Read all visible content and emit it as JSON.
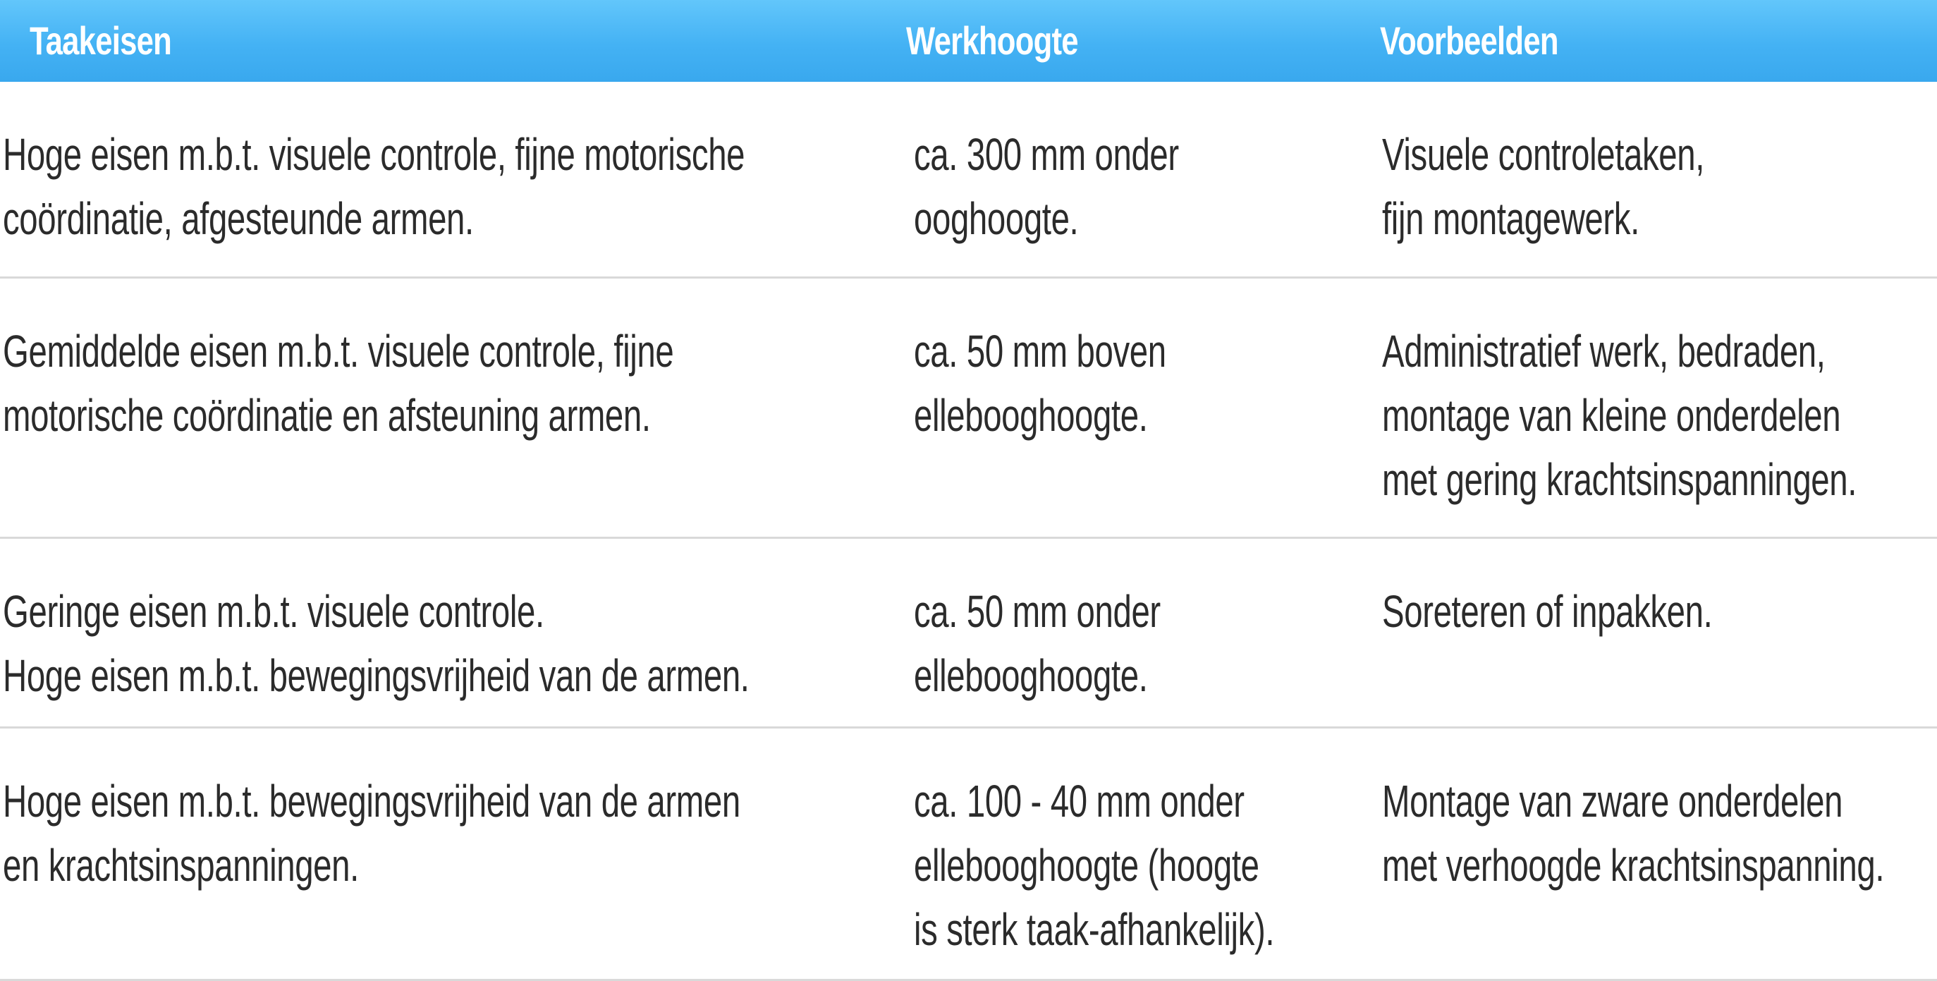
{
  "header": {
    "col1": "Taakeisen",
    "col2": "Werkhoogte",
    "col3": "Voorbeelden"
  },
  "rows": [
    {
      "taakeisen": [
        "Hoge eisen m.b.t. visuele controle, fijne motorische",
        "coördinatie, afgesteunde armen."
      ],
      "werkhoogte": [
        "ca. 300 mm onder",
        "ooghoogte."
      ],
      "voorbeelden": [
        "Visuele controletaken,",
        "fijn montagewerk."
      ]
    },
    {
      "taakeisen": [
        "Gemiddelde eisen m.b.t. visuele controle, fijne",
        "motorische coördinatie en afsteuning armen."
      ],
      "werkhoogte": [
        "ca. 50 mm boven",
        "ellebooghoogte."
      ],
      "voorbeelden": [
        "Administratief werk, bedraden,",
        "montage van kleine onderdelen",
        "met gering krachtsinspanningen."
      ]
    },
    {
      "taakeisen": [
        "Geringe eisen m.b.t. visuele controle.",
        "Hoge eisen m.b.t. bewegingsvrijheid van de armen."
      ],
      "werkhoogte": [
        "ca. 50 mm onder",
        "ellebooghoogte."
      ],
      "voorbeelden": [
        "Soreteren of inpakken."
      ]
    },
    {
      "taakeisen": [
        "Hoge eisen m.b.t. bewegingsvrijheid van de armen",
        "en krachtsinspanningen."
      ],
      "werkhoogte": [
        "ca. 100 - 40  mm onder",
        "ellebooghoogte (hoogte",
        "is sterk taak-afhankelijk)."
      ],
      "voorbeelden": [
        "Montage van zware onderdelen",
        "met verhoogde krachtsinspanning."
      ]
    }
  ]
}
